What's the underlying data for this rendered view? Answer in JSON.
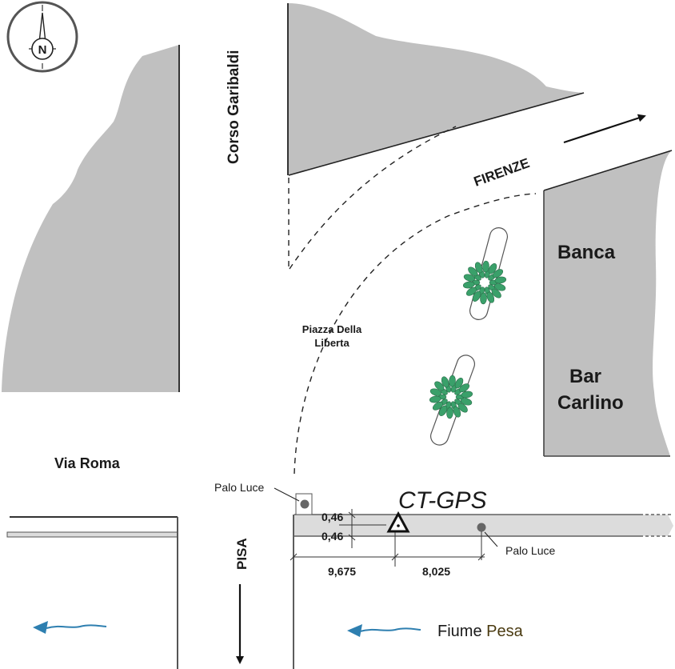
{
  "map": {
    "compass": {
      "north_label": "N"
    },
    "streets": {
      "corso_garibaldi": "Corso Garibaldi",
      "via_roma": "Via Roma",
      "piazza_line1": "Piazza Della",
      "piazza_line2": "Liberta"
    },
    "directions": {
      "firenze": "FIRENZE",
      "pisa": "PISA"
    },
    "buildings": {
      "banca": "Banca",
      "bar_line1": "Bar",
      "bar_line2": "Carlino"
    },
    "survey": {
      "station_label": "CT-GPS",
      "pole_left_label": "Palo Luce",
      "pole_right_label": "Palo Luce",
      "offset_top": "0,46",
      "offset_bottom": "0,46",
      "distance_left": "9,675",
      "distance_right": "8,025"
    },
    "river": {
      "label_prefix": "Fiume",
      "label_name": "Pesa"
    },
    "colors": {
      "building_fill": "#c0c0c0",
      "road_fill": "#dcdcdc",
      "tree_green": "#3aa06a",
      "river_blue": "#2e7fb0",
      "pesa_text": "#4a3a10"
    }
  }
}
